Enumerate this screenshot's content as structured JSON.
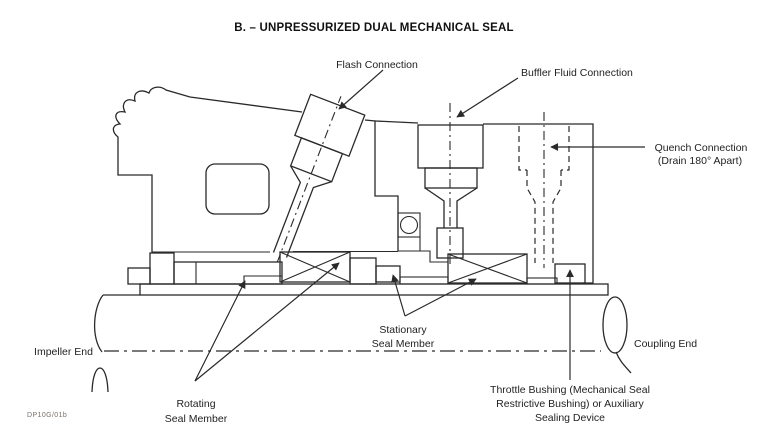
{
  "title": "B. – UNPRESSURIZED DUAL MECHANICAL SEAL",
  "figure_code": "DP10G/01b",
  "labels": {
    "flash": "Flash Connection",
    "buffer": "Buffler Fluid Connection",
    "quench_line1": "Quench Connection",
    "quench_line2": "(Drain 180° Apart)",
    "impeller_end": "Impeller End",
    "coupling_end": "Coupling End",
    "stationary_line1": "Stationary",
    "stationary_line2": "Seal Member",
    "rotating_line1": "Rotating",
    "rotating_line2": "Seal Member",
    "throttle_line1": "Throttle Bushing (Mechanical Seal",
    "throttle_line2": "Restrictive Bushing) or Auxiliary",
    "throttle_line3": "Sealing Device"
  },
  "colors": {
    "line": "#2a2a2a",
    "text": "#1f1f1f",
    "background": "#ffffff"
  }
}
